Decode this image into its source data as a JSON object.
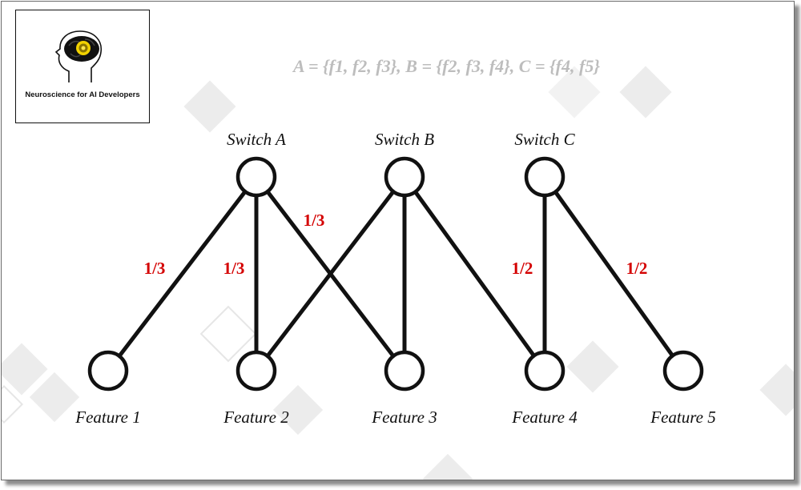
{
  "logo": {
    "caption": "Neuroscience for AI Developers",
    "icon": "head-brain-icon"
  },
  "formula": "A = {f1, f2, f3}, B = {f2, f3, f4}, C = {f4, f5}",
  "switches": [
    {
      "id": "A",
      "label": "Switch A"
    },
    {
      "id": "B",
      "label": "Switch B"
    },
    {
      "id": "C",
      "label": "Switch C"
    }
  ],
  "features": [
    {
      "id": "f1",
      "label": "Feature 1"
    },
    {
      "id": "f2",
      "label": "Feature 2"
    },
    {
      "id": "f3",
      "label": "Feature 3"
    },
    {
      "id": "f4",
      "label": "Feature 4"
    },
    {
      "id": "f5",
      "label": "Feature 5"
    }
  ],
  "edges": [
    {
      "from": "A",
      "to": "f1",
      "weight": "1/3"
    },
    {
      "from": "A",
      "to": "f2",
      "weight": "1/3"
    },
    {
      "from": "A",
      "to": "f3",
      "weight": "1/3"
    },
    {
      "from": "B",
      "to": "f2",
      "weight": ""
    },
    {
      "from": "B",
      "to": "f3",
      "weight": ""
    },
    {
      "from": "B",
      "to": "f4",
      "weight": ""
    },
    {
      "from": "C",
      "to": "f4",
      "weight": "1/2"
    },
    {
      "from": "C",
      "to": "f5",
      "weight": "1/2"
    }
  ],
  "colors": {
    "weight": "#d40000",
    "node_stroke": "#111111",
    "formula": "#bdbdbd"
  }
}
